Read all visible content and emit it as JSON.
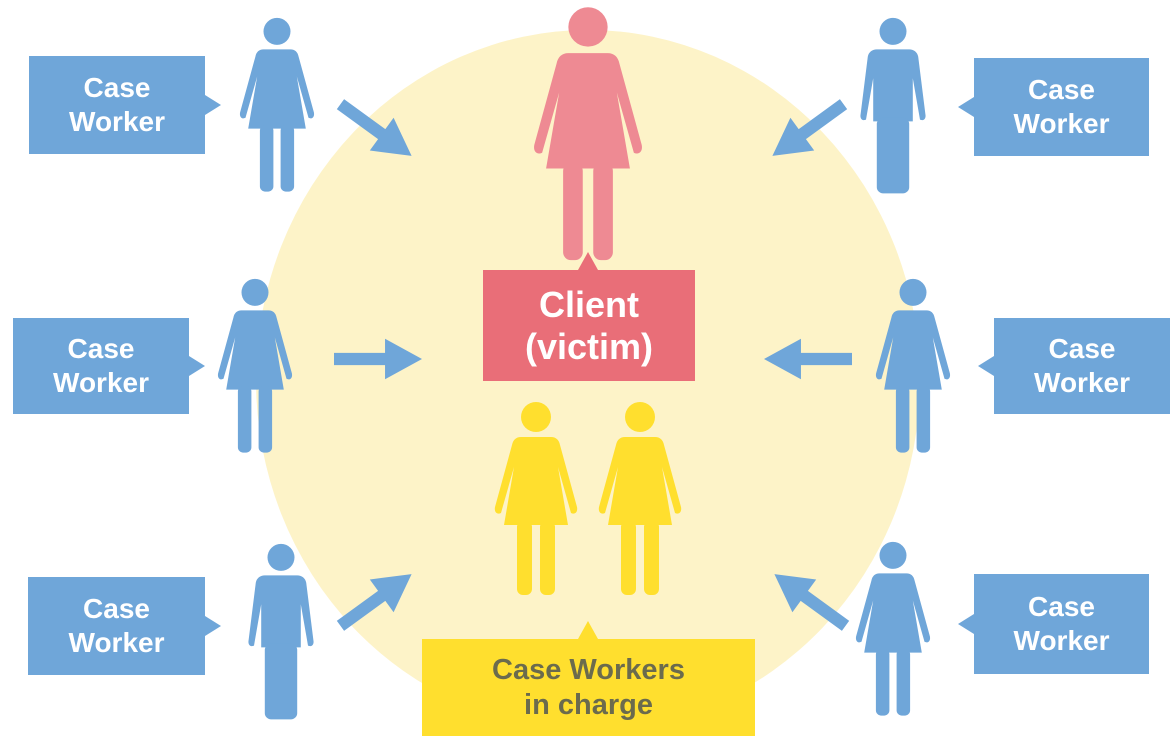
{
  "colors": {
    "background_circle": "#fdf3c8",
    "worker_blue": "#6fa6d9",
    "label_blue": "#6fa6d9",
    "client_pink": "#e96e78",
    "client_figure": "#ee8a93",
    "in_charge_yellow": "#ffdf2e",
    "in_charge_text": "#6b6b4d",
    "label_text": "#ffffff"
  },
  "client": {
    "line1": "Client",
    "line2": "(victim)",
    "icon": "person-female-icon"
  },
  "case_workers_in_charge": {
    "line1": "Case Workers",
    "line2": "in charge",
    "icon": "person-female-icon"
  },
  "case_workers": [
    {
      "line1": "Case",
      "line2": "Worker",
      "icon": "person-female-icon"
    },
    {
      "line1": "Case",
      "line2": "Worker",
      "icon": "person-male-icon"
    },
    {
      "line1": "Case",
      "line2": "Worker",
      "icon": "person-female-icon"
    },
    {
      "line1": "Case",
      "line2": "Worker",
      "icon": "person-female-icon"
    },
    {
      "line1": "Case",
      "line2": "Worker",
      "icon": "person-male-icon"
    },
    {
      "line1": "Case",
      "line2": "Worker",
      "icon": "person-female-icon"
    }
  ]
}
